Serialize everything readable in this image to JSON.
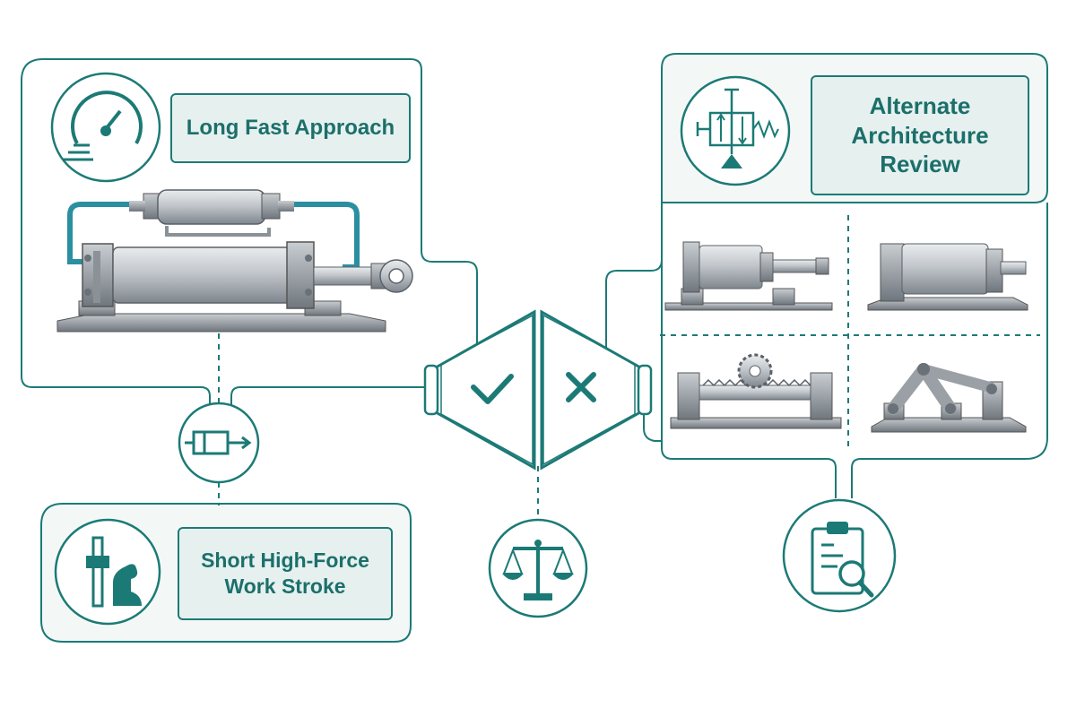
{
  "labels": {
    "fast_approach": "Long Fast Approach",
    "high_force_line1": "Short High-Force",
    "high_force_line2": "Work Stroke",
    "alt_arch_line1": "Alternate",
    "alt_arch_line2": "Architecture",
    "alt_arch_line3": "Review"
  },
  "icons": {
    "speedometer": "speedometer-icon",
    "cylinder_arrow": "cylinder-arrow-icon",
    "force_arm": "force-arm-icon",
    "valve": "valve-symbol-icon",
    "check": "check-icon",
    "cross": "cross-icon",
    "scale": "balance-scale-icon",
    "clipboard": "clipboard-search-icon"
  },
  "colors": {
    "accent": "#1c7a76",
    "panel_fill": "#e6f1ef",
    "metal": "#b9bec3",
    "hose": "#2a8fa0"
  }
}
